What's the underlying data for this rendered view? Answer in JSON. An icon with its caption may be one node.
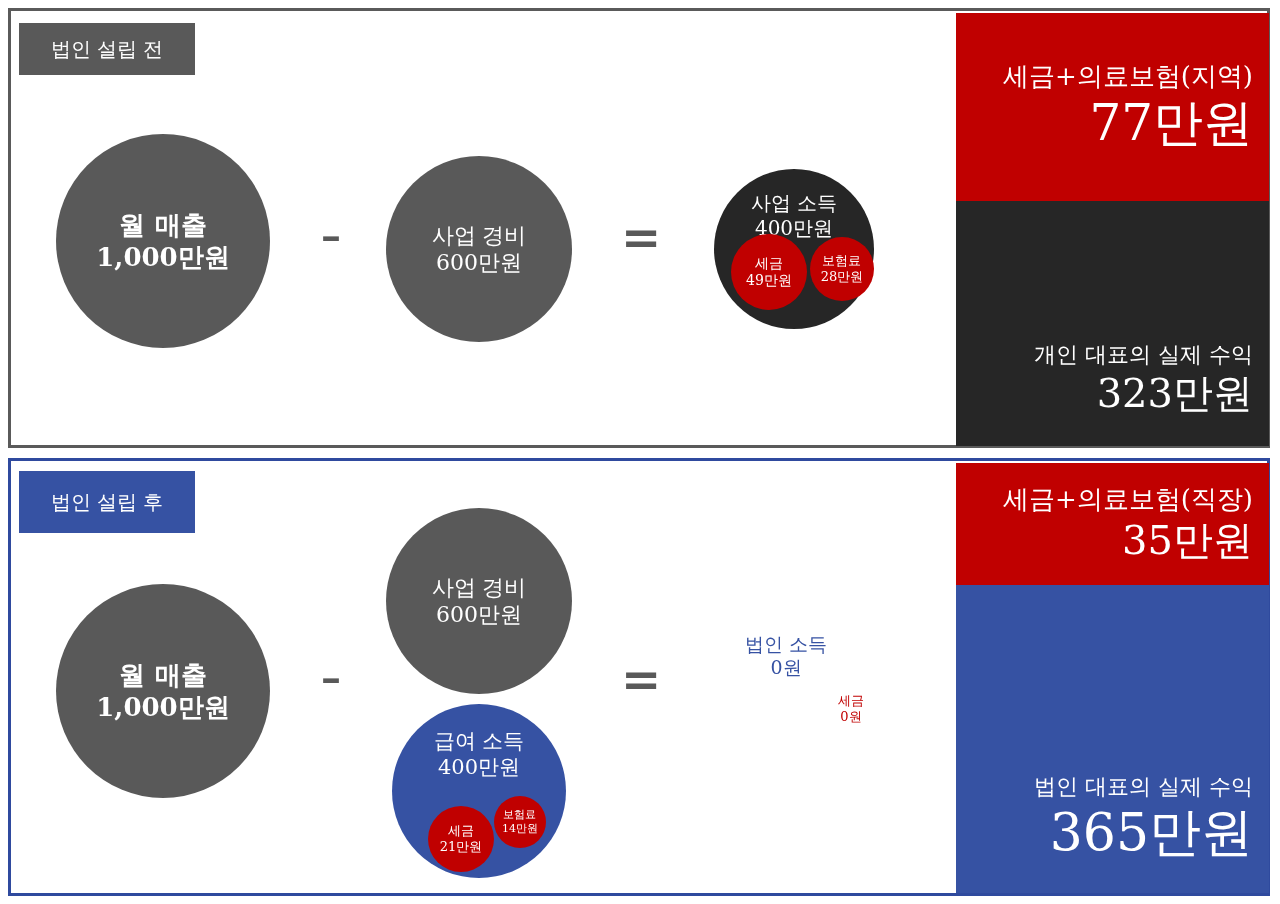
{
  "diagram": {
    "nodes": [
      {
        "text": [],
        "shape": "box"
      },
      {
        "text": [
          "법인 설립 전"
        ],
        "in": 0
      },
      {
        "text": [
          "월 매출 1,000만원"
        ],
        "in": 0
      },
      {
        "text": [
          "사업 경비 600만원"
        ],
        "in": 0
      },
      {
        "text": [
          "사업 소득 400만원"
        ],
        "in": 0
      },
      {
        "text": [
          "세금 49만원"
        ],
        "in": 4
      },
      {
        "text": [
          "보험료 28만원"
        ],
        "in": 4
      },
      {
        "text": [
          "세금+의료보험(지역)",
          "77만원"
        ],
        "in": 0
      },
      {
        "text": [
          "개인 대표의 실제 수익",
          "323만원"
        ],
        "in": 0
      },
      {
        "text": [],
        "shape": "box"
      },
      {
        "text": [
          "법인 설립 후"
        ],
        "in": 9
      },
      {
        "text": [
          "월 매출 1,000만원"
        ],
        "in": 9
      },
      {
        "text": [
          "사업 경비 600만원"
        ],
        "in": 9
      },
      {
        "text": [
          "급여 소득 400만원"
        ],
        "in": 9
      },
      {
        "text": [
          "세금 21만원"
        ],
        "in": 13
      },
      {
        "text": [
          "보험료 14만원"
        ],
        "in": 13
      },
      {
        "text": [
          "세금+의료보험(직장)",
          "35만원"
        ],
        "in": 9
      },
      {
        "text": [
          "법인 대표의 실제 수익",
          "365만원"
        ],
        "in": 9
      }
    ],
    "edges": [],
    "labels": [
      "–",
      "=",
      "–",
      "=",
      "법인 소득 0원",
      "세금 0원"
    ]
  }
}
